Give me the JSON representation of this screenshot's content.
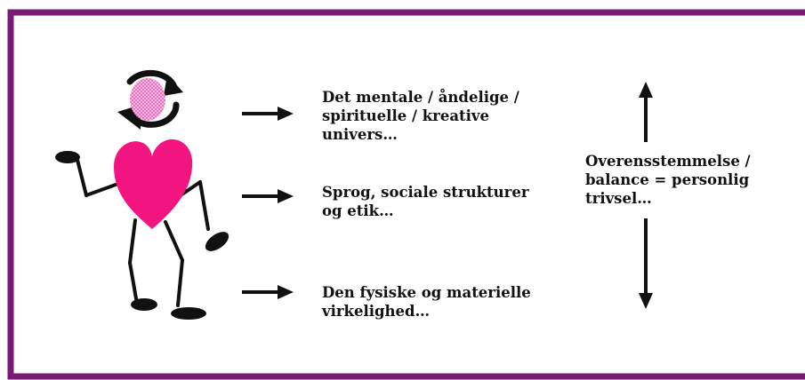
{
  "colors": {
    "frame": "#7b1a74",
    "heart": "#f2147f",
    "head": "#f4a6d8",
    "ink": "#111111"
  },
  "icons": [
    "stick-figure-icon",
    "heart-icon",
    "circular-arrows-icon",
    "right-arrow-icon",
    "double-headed-vertical-arrow-icon"
  ],
  "labels": {
    "spiritual": {
      "lines": [
        "Det mentale / åndelige /",
        "spirituelle / kreative",
        "univers…"
      ]
    },
    "social": {
      "lines": [
        "Sprog, sociale strukturer",
        "og etik…"
      ]
    },
    "physical": {
      "lines": [
        "Den fysiske og materielle",
        "virkelighed…"
      ]
    },
    "balance": {
      "lines": [
        "Overensstemmelse /",
        "balance = personlig",
        "trivsel…"
      ]
    }
  }
}
